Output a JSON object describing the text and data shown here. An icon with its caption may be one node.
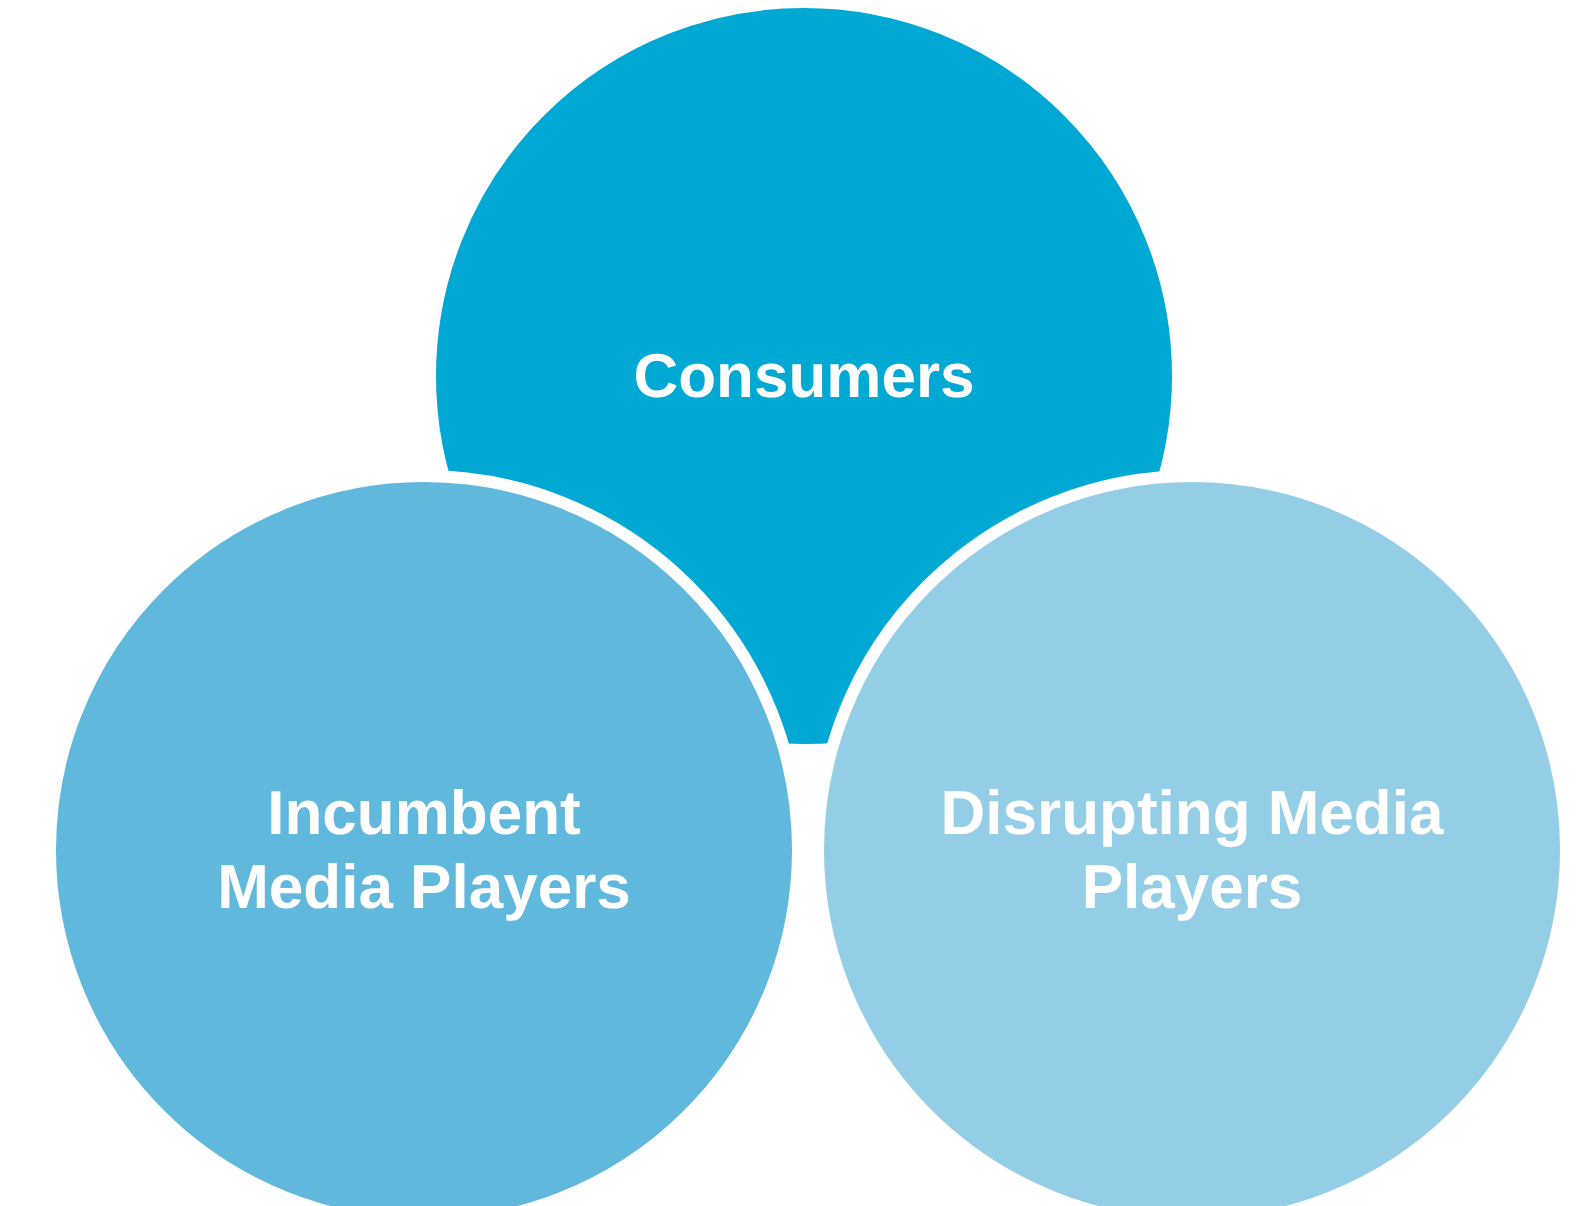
{
  "diagram": {
    "nodes": [
      {
        "text": [
          "Consumers"
        ]
      },
      {
        "text": [
          "Incumbent Media Players"
        ]
      },
      {
        "text": [
          "Disrupting Media Players"
        ]
      }
    ]
  }
}
